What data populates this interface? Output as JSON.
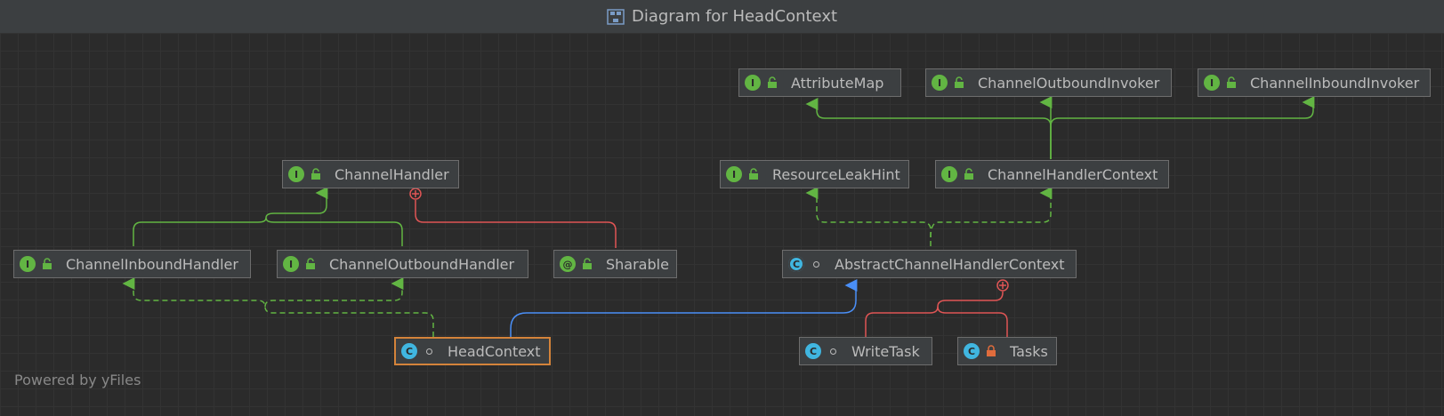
{
  "window": {
    "title": "Diagram for HeadContext",
    "icon": "diagram-icon"
  },
  "nodes": {
    "attribute_map": {
      "kind": "I",
      "visibility": "public",
      "label": "AttributeMap"
    },
    "channel_outbound_invoker": {
      "kind": "I",
      "visibility": "public",
      "label": "ChannelOutboundInvoker"
    },
    "channel_inbound_invoker": {
      "kind": "I",
      "visibility": "public",
      "label": "ChannelInboundInvoker"
    },
    "channel_handler": {
      "kind": "I",
      "visibility": "public",
      "label": "ChannelHandler"
    },
    "resource_leak_hint": {
      "kind": "I",
      "visibility": "public",
      "label": "ResourceLeakHint"
    },
    "channel_handler_context": {
      "kind": "I",
      "visibility": "public",
      "label": "ChannelHandlerContext"
    },
    "channel_inbound_handler": {
      "kind": "I",
      "visibility": "public",
      "label": "ChannelInboundHandler"
    },
    "channel_outbound_handler": {
      "kind": "I",
      "visibility": "public",
      "label": "ChannelOutboundHandler"
    },
    "sharable": {
      "kind": "@",
      "visibility": "public",
      "label": "Sharable"
    },
    "abstract_channel_handler_context": {
      "kind": "C",
      "visibility": "package-private",
      "label": "AbstractChannelHandlerContext"
    },
    "head_context": {
      "kind": "C",
      "visibility": "package-private",
      "label": "HeadContext",
      "selected": true
    },
    "write_task": {
      "kind": "C",
      "visibility": "package-private",
      "label": "WriteTask"
    },
    "tasks": {
      "kind": "C",
      "visibility": "private",
      "label": "Tasks"
    }
  },
  "colors": {
    "extends": "#62b543",
    "implements": "#62b543",
    "class_extends": "#4a8ff7",
    "inner": "#e05555",
    "selected_border": "#d4833a"
  },
  "watermark": "Powered by yFiles"
}
